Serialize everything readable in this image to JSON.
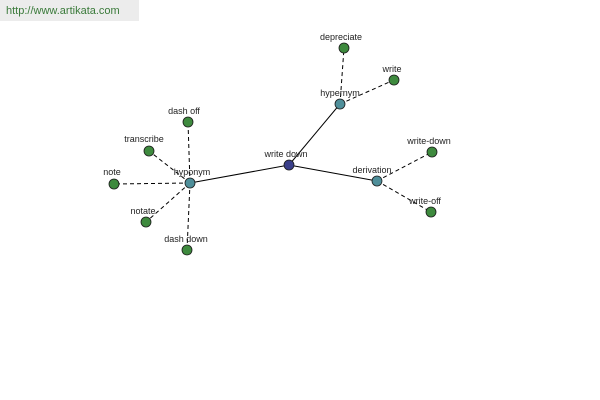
{
  "url": "http://www.artikata.com",
  "colors": {
    "root": "#3a3f8a",
    "relation": "#4f8f9a",
    "leaf": "#3e8a3e",
    "edge": "#000000"
  },
  "nodes": [
    {
      "id": "root",
      "label": "write down",
      "kind": "root"
    },
    {
      "id": "hyponym",
      "label": "hyponym",
      "kind": "relation"
    },
    {
      "id": "hypernym",
      "label": "hypernym",
      "kind": "relation"
    },
    {
      "id": "derivation",
      "label": "derivation",
      "kind": "relation"
    },
    {
      "id": "dash-off",
      "label": "dash off",
      "kind": "leaf"
    },
    {
      "id": "transcribe",
      "label": "transcribe",
      "kind": "leaf"
    },
    {
      "id": "note",
      "label": "note",
      "kind": "leaf"
    },
    {
      "id": "notate",
      "label": "notate",
      "kind": "leaf"
    },
    {
      "id": "dash-down",
      "label": "dash down",
      "kind": "leaf"
    },
    {
      "id": "depreciate",
      "label": "depreciate",
      "kind": "leaf"
    },
    {
      "id": "write",
      "label": "write",
      "kind": "leaf"
    },
    {
      "id": "write-down-leaf",
      "label": "write-down",
      "kind": "leaf"
    },
    {
      "id": "write-off",
      "label": "write-off",
      "kind": "leaf"
    }
  ],
  "edges": [
    {
      "from": "root",
      "to": "hyponym",
      "style": "solid"
    },
    {
      "from": "root",
      "to": "hypernym",
      "style": "solid"
    },
    {
      "from": "root",
      "to": "derivation",
      "style": "solid"
    },
    {
      "from": "hyponym",
      "to": "dash-off",
      "style": "dashed"
    },
    {
      "from": "hyponym",
      "to": "transcribe",
      "style": "dashed"
    },
    {
      "from": "hyponym",
      "to": "note",
      "style": "dashed"
    },
    {
      "from": "hyponym",
      "to": "notate",
      "style": "dashed"
    },
    {
      "from": "hyponym",
      "to": "dash-down",
      "style": "dashed"
    },
    {
      "from": "hypernym",
      "to": "depreciate",
      "style": "dashed"
    },
    {
      "from": "hypernym",
      "to": "write",
      "style": "dashed"
    },
    {
      "from": "derivation",
      "to": "write-down-leaf",
      "style": "dashed"
    },
    {
      "from": "derivation",
      "to": "write-off",
      "style": "dashed"
    }
  ]
}
